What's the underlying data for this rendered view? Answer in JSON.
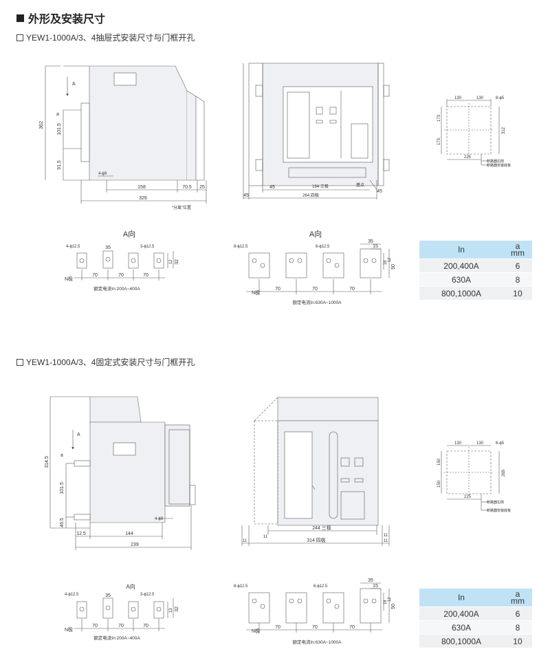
{
  "heading": "外形及安装尺寸",
  "section1": {
    "title": "YEW1-1000A/3、4抽屉式安装尺寸与门框开孔",
    "side": {
      "arrow": "A",
      "h_total": "362",
      "h_mid": "101.5",
      "h_low": "91.5",
      "a": "a",
      "holes": "4-ϕ9",
      "d1": "158",
      "d2": "70.5",
      "d3": "25",
      "total": "326",
      "note": "“分离”位置"
    },
    "front": {
      "w3": "194 三极",
      "w4": "264 四极",
      "left": "45",
      "left2": "45",
      "right": "45",
      "ref": "基点"
    },
    "cutout": {
      "w1": "130",
      "w2": "130",
      "h1": "173",
      "h2": "173",
      "ht": "312",
      "w_base": "225",
      "holes": "8-ϕ5",
      "note1": "断路器右侧",
      "note2": "断路器安装底板"
    },
    "busA": {
      "label": "A向",
      "holes_l": "4-ϕ12.5",
      "holes_r": "3-ϕ12.5",
      "w": "35",
      "h1": "12",
      "h2": "32",
      "pitch": [
        "70",
        "70",
        "70"
      ],
      "pole": "N极",
      "caption": "额定电流In:200A~400A"
    },
    "busB": {
      "label": "A向",
      "holes_l": "8-ϕ12.5",
      "holes_r": "6-ϕ12.5",
      "w1": "35",
      "w2": "15",
      "h1": "18",
      "h2": "12",
      "h3": "50",
      "pitch": [
        "70",
        "70",
        "70"
      ],
      "pole": "N极",
      "caption": "额定电流In:630A~1000A"
    },
    "table": {
      "h1": "In",
      "h2a": "a",
      "h2b": "mm",
      "rows": [
        [
          "200,400A",
          "6"
        ],
        [
          "630A",
          "8"
        ],
        [
          "800,1000A",
          "10"
        ]
      ]
    }
  },
  "section2": {
    "title": "YEW1-1000A/3、4固定式安装尺寸与门框开孔",
    "side": {
      "arrow": "A",
      "h_total": "314.5",
      "h_mid": "101.5",
      "h_low": "46.5",
      "a": "a",
      "holes": "4-ϕ9",
      "d0": "12.5",
      "d1": "144",
      "total": "239"
    },
    "front": {
      "w3": "244 三极",
      "w4": "314 四极",
      "left": "11",
      "left2": "11",
      "right": "11",
      "right2": "11"
    },
    "cutout": {
      "w1": "130",
      "w2": "130",
      "h1": "150",
      "h2": "150",
      "ht": "265",
      "w_base": "225",
      "holes": "8-ϕ5",
      "note1": "断路器右侧",
      "note2": "断路器安装底板"
    },
    "busA": {
      "label": "A向",
      "holes_l": "4-ϕ12.5",
      "holes_r": "3-ϕ12.5",
      "w": "35",
      "h1": "13",
      "h2": "32",
      "pitch": [
        "70",
        "70",
        "70"
      ],
      "pole": "N极",
      "caption": "额定电流In:200A~400A"
    },
    "busB": {
      "holes_l": "8-ϕ12.5",
      "holes_r": "6-ϕ12.5",
      "w1": "35",
      "w2": "15",
      "h1": "18",
      "h2": "12",
      "h3": "50",
      "pitch": [
        "70",
        "70",
        "70"
      ],
      "pole": "N极",
      "caption": "额定电流In:630A~1000A"
    },
    "table": {
      "h1": "In",
      "h2a": "a",
      "h2b": "mm",
      "rows": [
        [
          "200,400A",
          "6"
        ],
        [
          "630A",
          "8"
        ],
        [
          "800,1000A",
          "10"
        ]
      ]
    }
  }
}
